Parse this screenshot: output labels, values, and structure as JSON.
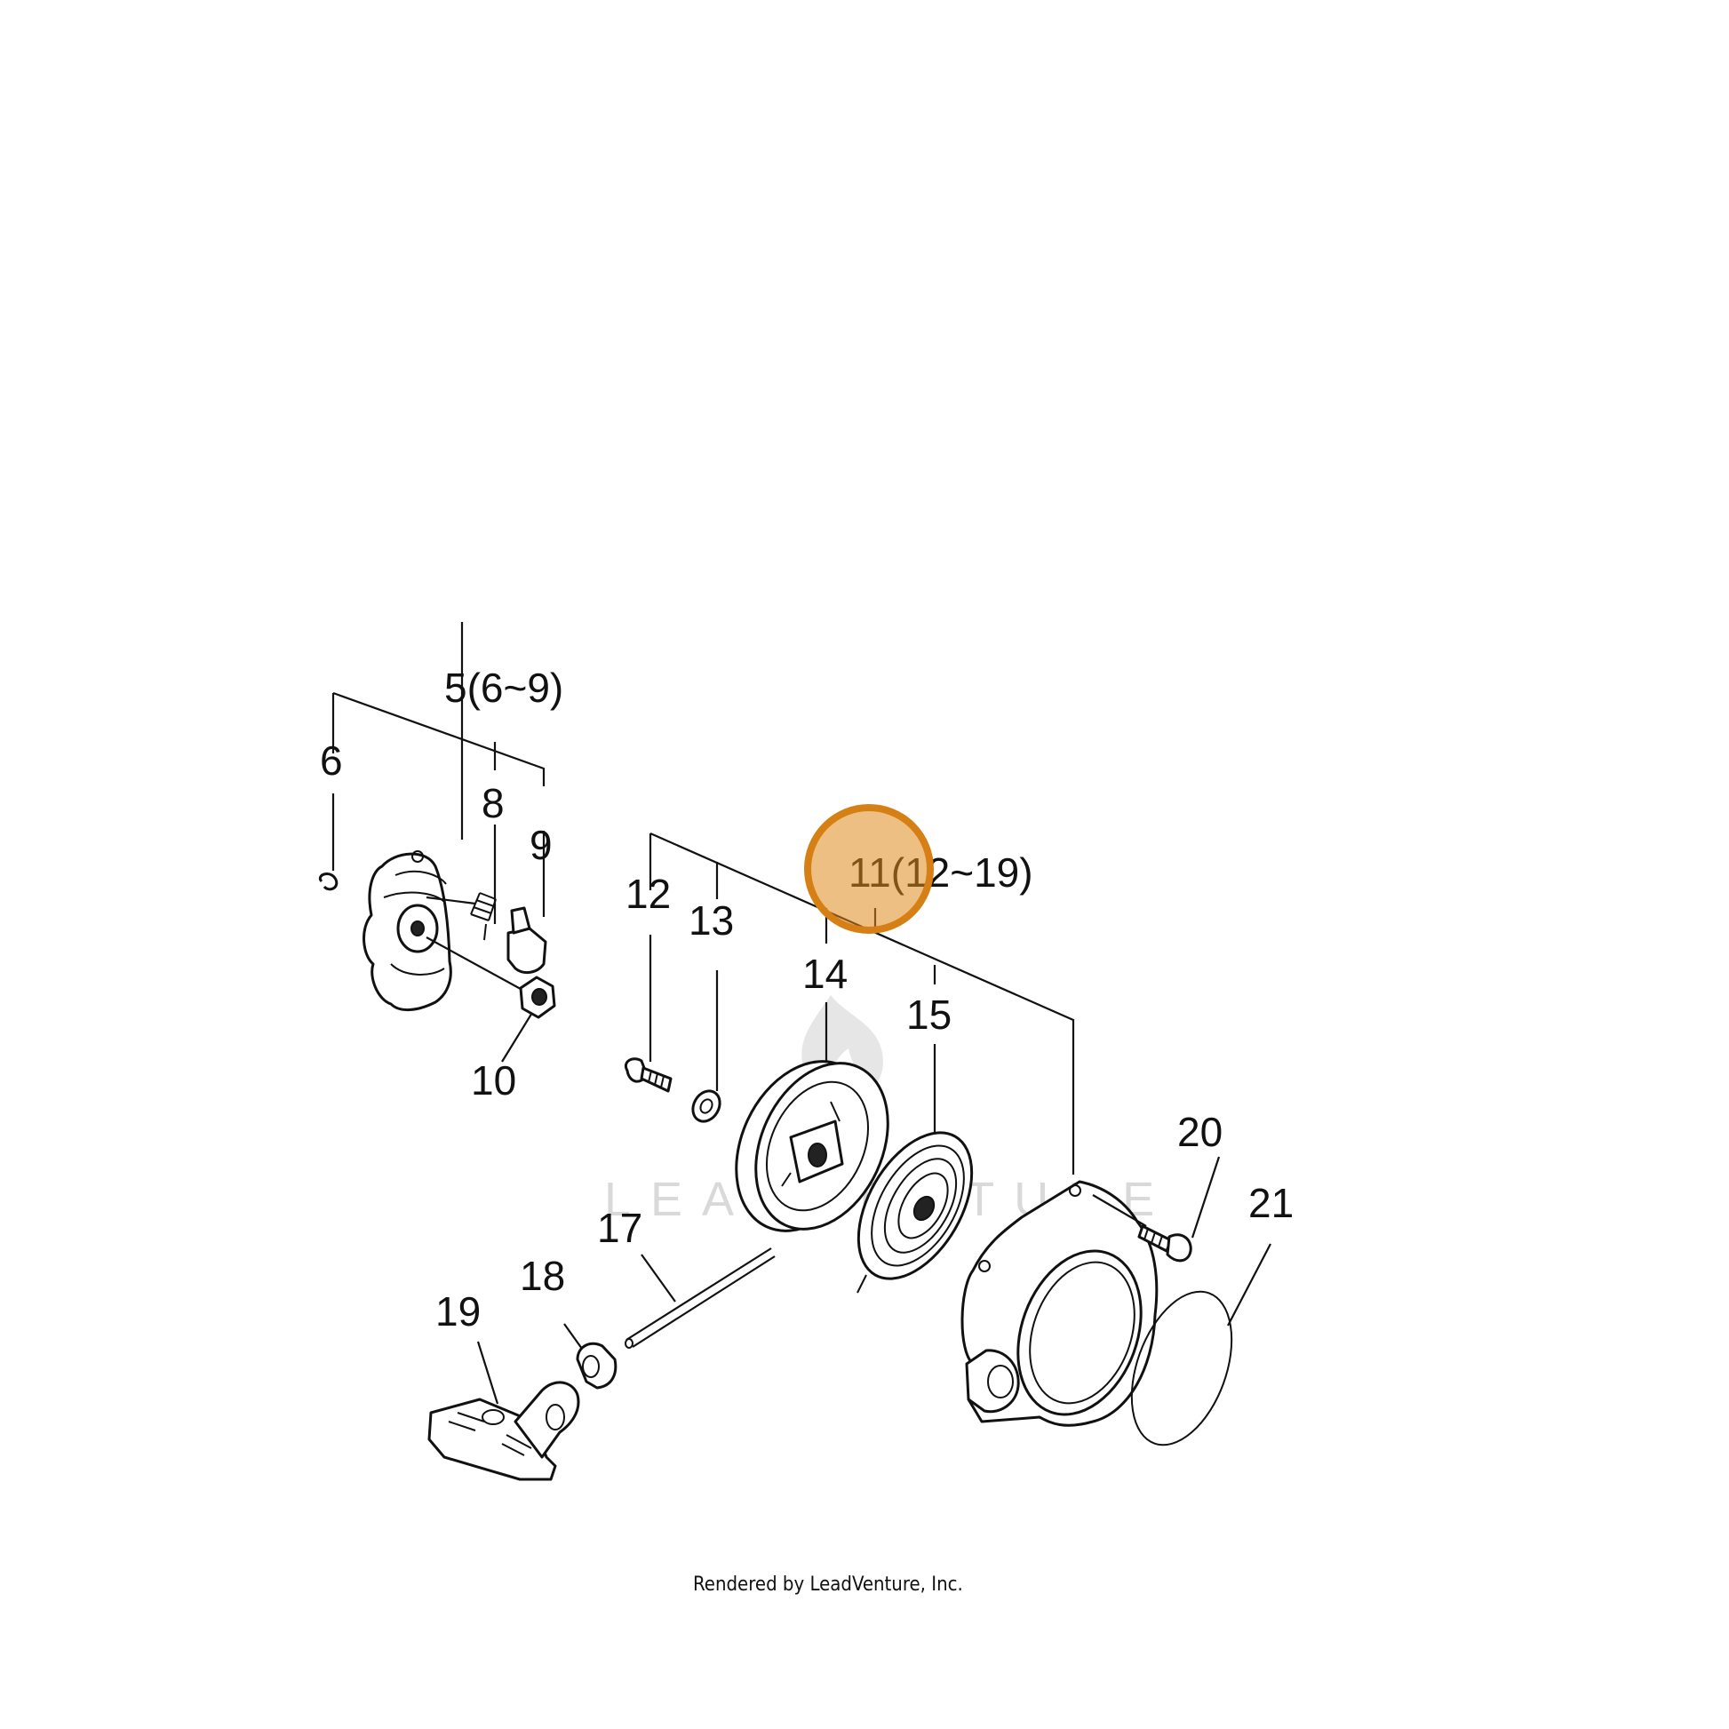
{
  "callouts": {
    "c5": "5(6~9)",
    "c6": "6",
    "c8": "8",
    "c9": "9",
    "c10": "10",
    "c11": "11(12~19)",
    "c12": "12",
    "c13": "13",
    "c14": "14",
    "c15": "15",
    "c17": "17",
    "c18": "18",
    "c19": "19",
    "c20": "20",
    "c21": "21"
  },
  "watermark": "LEADVENTURE",
  "footer": "Rendered by LeadVenture, Inc.",
  "highlight": {
    "color": "#e08a1e",
    "fill_opacity": 0.55,
    "target": "11(12~19)"
  }
}
